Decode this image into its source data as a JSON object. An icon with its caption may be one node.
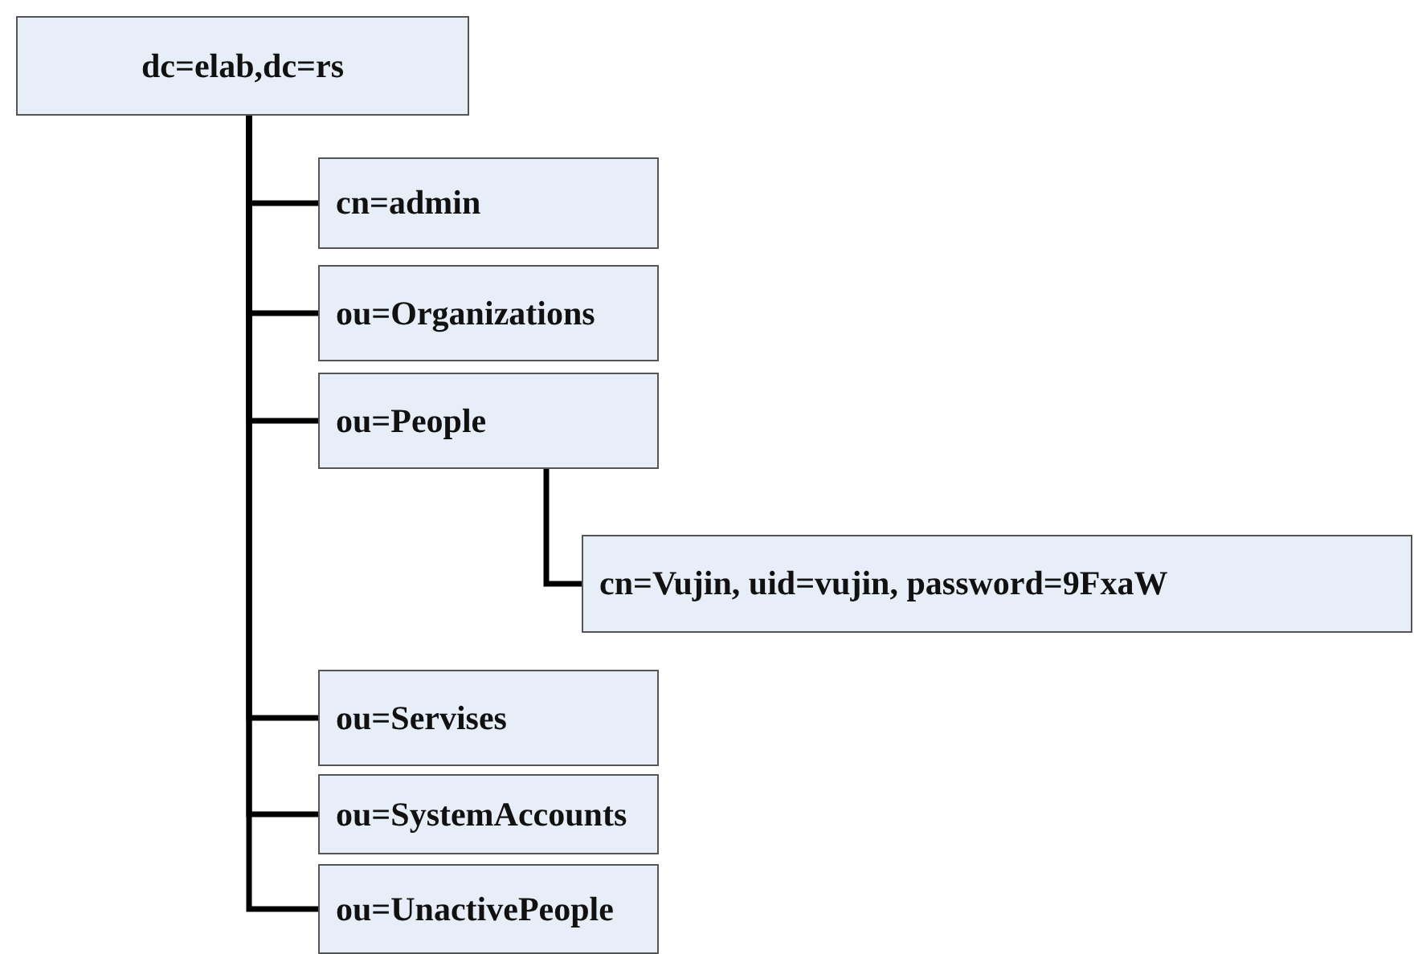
{
  "diagram": {
    "nodes": [
      {
        "text": [
          "dc=elab,dc=rs"
        ]
      },
      {
        "text": [
          "cn=admin"
        ]
      },
      {
        "text": [
          "ou=Organizations"
        ]
      },
      {
        "text": [
          "ou=People"
        ]
      },
      {
        "text": [
          "cn=Vujin, uid=vujin, password=9FxaW"
        ]
      },
      {
        "text": [
          "ou=Servises"
        ]
      },
      {
        "text": [
          "ou=SystemAccounts"
        ]
      },
      {
        "text": [
          "ou=UnactivePeople"
        ]
      }
    ],
    "edges": [
      {
        "from": 0,
        "to": 1,
        "arrow": "none"
      },
      {
        "from": 0,
        "to": 2,
        "arrow": "none"
      },
      {
        "from": 0,
        "to": 3,
        "arrow": "none"
      },
      {
        "from": 3,
        "to": 4,
        "arrow": "none"
      },
      {
        "from": 0,
        "to": 5,
        "arrow": "none"
      },
      {
        "from": 0,
        "to": 6,
        "arrow": "none"
      },
      {
        "from": 0,
        "to": 7,
        "arrow": "none"
      }
    ]
  }
}
